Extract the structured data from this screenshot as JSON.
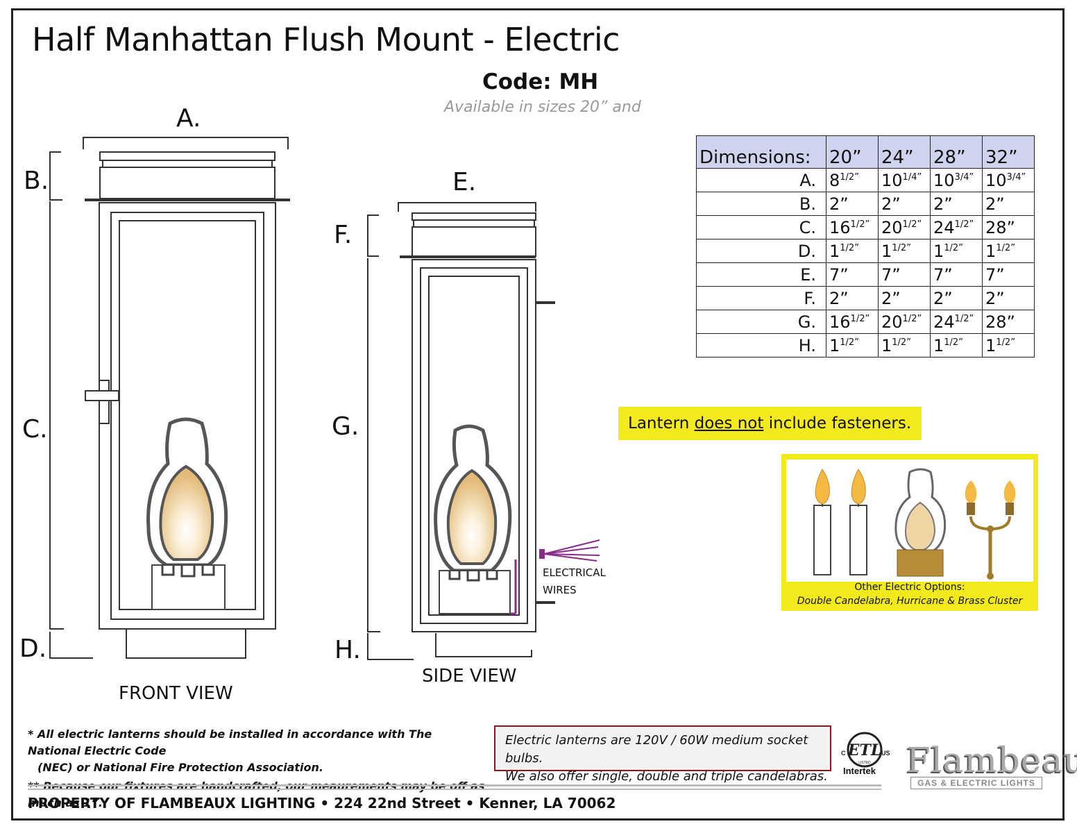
{
  "title": "Half Manhattan Flush Mount - Electric",
  "code": "Code: MH",
  "available": "Available in sizes 20” and",
  "labels": {
    "A": "A.",
    "B": "B.",
    "C": "C.",
    "D": "D.",
    "E": "E.",
    "F": "F.",
    "G": "G.",
    "H": "H."
  },
  "views": {
    "front": "FRONT VIEW",
    "side": "SIDE VIEW"
  },
  "electrical": {
    "line1": "ELECTRICAL",
    "line2": "WIRES"
  },
  "table": {
    "header": [
      "Dimensions:",
      "20”",
      "24”",
      "28”",
      "32”"
    ],
    "rows": [
      {
        "label": "A.",
        "cells": [
          [
            "8",
            "1/2”"
          ],
          [
            "10",
            "1/4”"
          ],
          [
            "10",
            "3/4”"
          ],
          [
            "10",
            "3/4”"
          ]
        ]
      },
      {
        "label": "B.",
        "cells": [
          [
            "2”",
            ""
          ],
          [
            "2”",
            ""
          ],
          [
            "2”",
            ""
          ],
          [
            "2”",
            ""
          ]
        ]
      },
      {
        "label": "C.",
        "cells": [
          [
            "16",
            "1/2”"
          ],
          [
            "20",
            "1/2”"
          ],
          [
            "24",
            "1/2”"
          ],
          [
            "28”",
            ""
          ]
        ]
      },
      {
        "label": "D.",
        "cells": [
          [
            "1",
            "1/2”"
          ],
          [
            "1",
            "1/2”"
          ],
          [
            "1",
            "1/2”"
          ],
          [
            "1",
            "1/2”"
          ]
        ]
      },
      {
        "label": "E.",
        "cells": [
          [
            "7”",
            ""
          ],
          [
            "7”",
            ""
          ],
          [
            "7”",
            ""
          ],
          [
            "7”",
            ""
          ]
        ]
      },
      {
        "label": "F.",
        "cells": [
          [
            "2”",
            ""
          ],
          [
            "2”",
            ""
          ],
          [
            "2”",
            ""
          ],
          [
            "2”",
            ""
          ]
        ]
      },
      {
        "label": "G.",
        "cells": [
          [
            "16",
            "1/2”"
          ],
          [
            "20",
            "1/2”"
          ],
          [
            "24",
            "1/2”"
          ],
          [
            "28”",
            ""
          ]
        ]
      },
      {
        "label": "H.",
        "cells": [
          [
            "1",
            "1/2”"
          ],
          [
            "1",
            "1/2”"
          ],
          [
            "1",
            "1/2”"
          ],
          [
            "1",
            "1/2”"
          ]
        ]
      }
    ]
  },
  "note": {
    "before": "Lantern ",
    "underlined": "does not",
    "after": " include fasteners."
  },
  "options": {
    "caption": "Other Electric Options:",
    "list": "Double Candelabra, Hurricane & Brass Cluster"
  },
  "footnotes": {
    "line1": "* All electric lanterns should be installed in accordance with The National Electric Code",
    "line2": "(NEC) or National Fire Protection Association.",
    "line3": "** Because our fixtures are handcrafted, our meaurements may be off as much as 1”."
  },
  "voltage": {
    "line1": "Electric lanterns are 120V / 60W medium socket bulbs.",
    "line2": "We also offer single, double and triple candelabras."
  },
  "property": "PROPERTY OF FLAMBEAUX LIGHTING • 224 22nd Street • Kenner, LA 70062",
  "etl": {
    "mark": "ETL",
    "c": "C",
    "us": "US",
    "listed": "LISTED",
    "caption": "Intertek"
  },
  "brand": {
    "name": "Flambeaux",
    "tagline": "GAS & ELECTRIC LIGHTS"
  },
  "colors": {
    "yellow": "#f2ea1d",
    "table_header": "#cfd3ee",
    "flame": "#e9c98d",
    "wires": "#8a2a8a",
    "border_red": "#8b1a1a"
  }
}
